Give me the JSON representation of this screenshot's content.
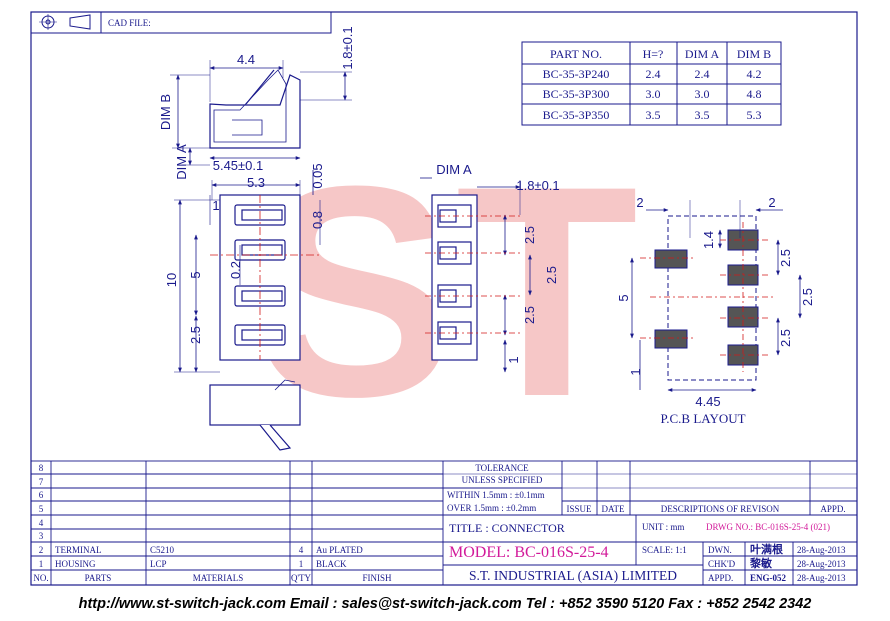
{
  "header": {
    "cad_label": "CAD FILE:"
  },
  "part_table": {
    "headers": [
      "PART NO.",
      "H=?",
      "DIM A",
      "DIM B"
    ],
    "rows": [
      [
        "BC-35-3P240",
        "2.4",
        "2.4",
        "4.2"
      ],
      [
        "BC-35-3P300",
        "3.0",
        "3.0",
        "4.8"
      ],
      [
        "BC-35-3P350",
        "3.5",
        "3.5",
        "5.3"
      ]
    ]
  },
  "dims": {
    "top_width": "4.4",
    "top_height": "1.8±0.1",
    "dim_b": "DIM B",
    "dim_a": "DIM A",
    "base_width": "5.45±0.1",
    "side_005": "0.05",
    "body_width": "5.3",
    "pin1": "1",
    "pitch_08": "0.8",
    "pitch_02": "0.2",
    "total_10": "10",
    "span_5": "5",
    "span_25": "2.5",
    "mid_dim_a": "DIM A",
    "mid_18": "1.8±0.1",
    "mid_25a": "2.5",
    "mid_25b": "2.5",
    "mid_25c": "2.5",
    "mid_1": "1",
    "pcb_2a": "2",
    "pcb_2b": "2",
    "pcb_14": "1.4",
    "pcb_25a": "2.5",
    "pcb_25b": "2.5",
    "pcb_25c": "2.5",
    "pcb_5": "5",
    "pcb_1": "1",
    "pcb_445": "4.45",
    "pcb_label": "P.C.B LAYOUT"
  },
  "watermark": "ST",
  "title_block": {
    "row_numbers": [
      "8",
      "7",
      "6",
      "5",
      "4",
      "3",
      "2",
      "1",
      "NO."
    ],
    "bom_headers": [
      "PARTS",
      "MATERIALS",
      "Q'TY",
      "FINISH"
    ],
    "bom": [
      {
        "no": "2",
        "part": "TERMINAL",
        "material": "C5210",
        "qty": "4",
        "finish": "Au PLATED"
      },
      {
        "no": "1",
        "part": "HOUSING",
        "material": "LCP",
        "qty": "1",
        "finish": "BLACK"
      }
    ],
    "tolerance_title": "TOLERANCE",
    "tolerance_sub": "UNLESS SPECIFIED",
    "tol_within": "WITHIN 1.5mm : ±0.1mm",
    "tol_over": "OVER  1.5mm : ±0.2mm",
    "issue": "ISSUE",
    "date": "DATE",
    "revision": "DESCRIPTIONS OF REVISON",
    "appd": "APPD.",
    "title": "TITLE : CONNECTOR",
    "unit_label": "UNIT : mm",
    "drawing_no": "DRWG NO.: BC-016S-25-4 (021)",
    "model": "MODEL: BC-016S-25-4",
    "scale": "SCALE: 1:1",
    "dwn_label": "DWN.",
    "dwn_name": "叶满根",
    "dwn_date": "28-Aug-2013",
    "chkd_label": "CHK'D",
    "chkd_name": "黎敏",
    "chkd_date": "28-Aug-2013",
    "appd_label": "APPD.",
    "appd_name": "ENG-052",
    "appd_date": "28-Aug-2013",
    "company": "S.T. INDUSTRIAL (ASIA) LIMITED"
  },
  "footer": {
    "text": "http://www.st-switch-jack.com  Email : sales@st-switch-jack.com  Tel : +852 3590 5120  Fax : +852 2542 2342"
  }
}
